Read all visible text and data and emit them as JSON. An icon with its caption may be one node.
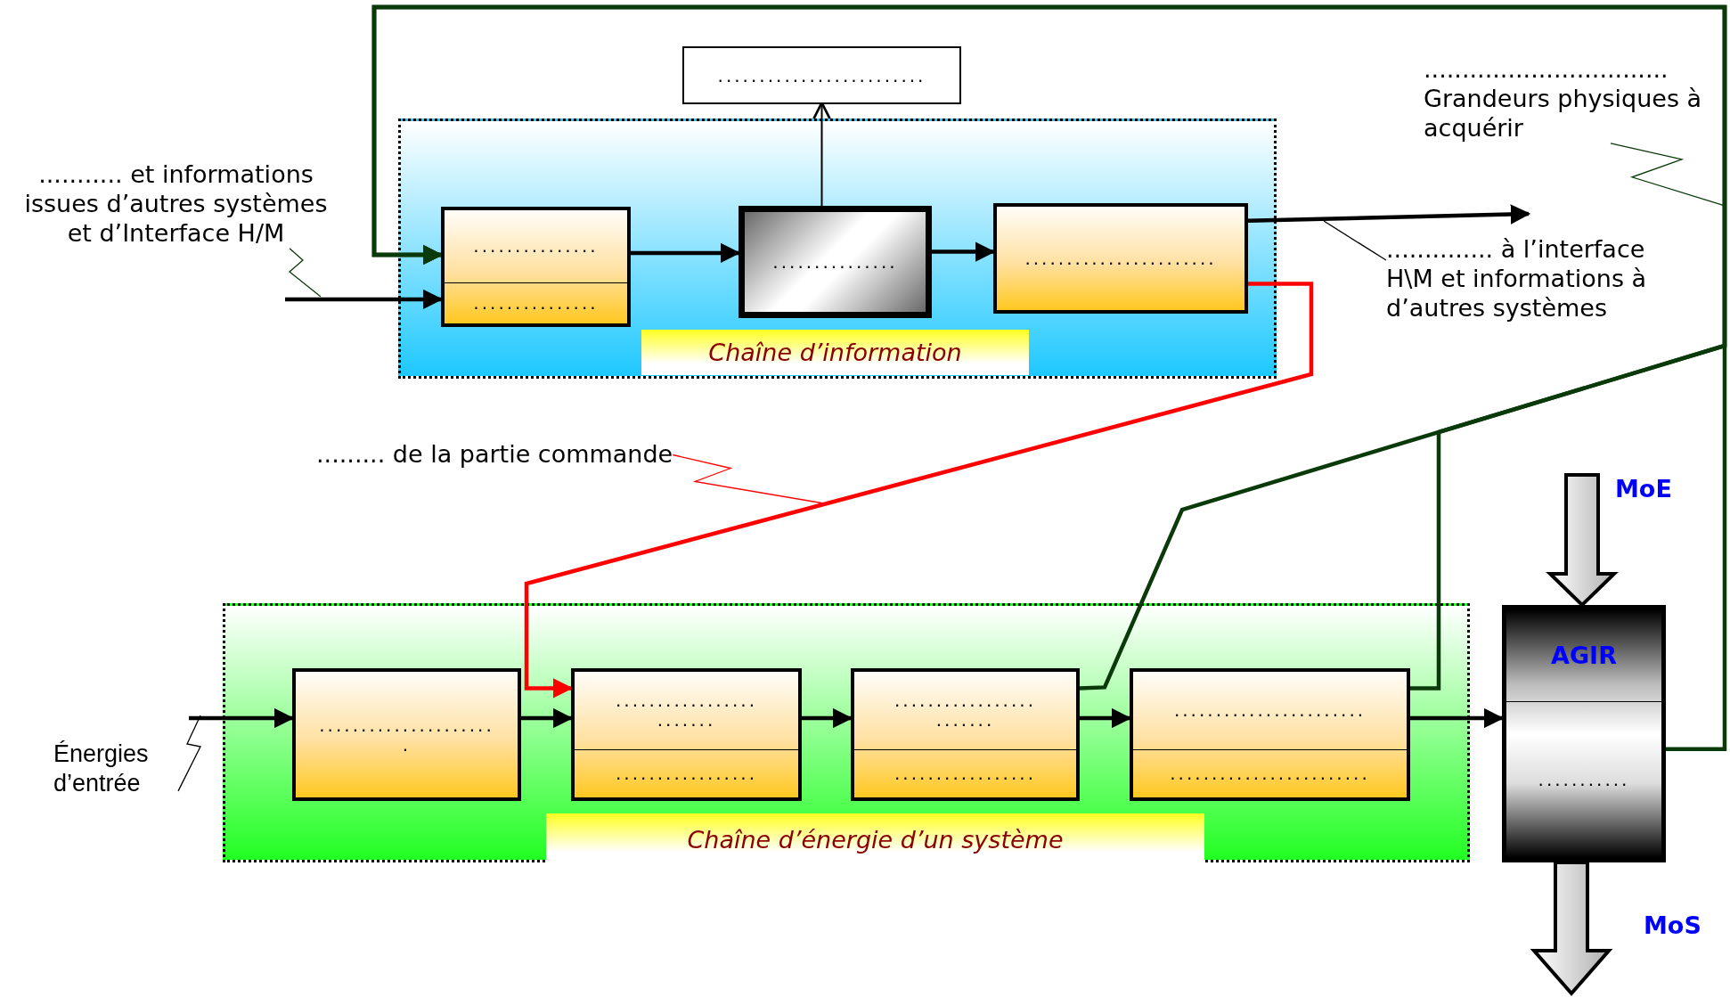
{
  "diagram": {
    "nodes": [
      {
        "text": [
          "Chaîne d’information"
        ]
      },
      {
        "text": [
          "...............",
          "..............."
        ],
        "in": 0
      },
      {
        "text": [
          "..............."
        ],
        "in": 0
      },
      {
        "text": [
          "......................."
        ],
        "in": 0
      },
      {
        "text": [
          "........................."
        ]
      },
      {
        "text": [
          "Chaîne d’énergie d’un système"
        ]
      },
      {
        "text": [
          "..................... ."
        ],
        "in": 5
      },
      {
        "text": [
          "................. .......",
          "................."
        ],
        "in": 5
      },
      {
        "text": [
          "................. .......",
          "................."
        ],
        "in": 5
      },
      {
        "text": [
          ".......................",
          "........................"
        ],
        "in": 5
      },
      {
        "text": [
          "AGIR",
          "..........."
        ]
      },
      {
        "text": [
          "........... et informations issues d’autres systèmes et d’Interface H/M"
        ]
      },
      {
        "text": [
          "................................",
          "Grandeurs physiques à acquérir"
        ]
      },
      {
        "text": [
          ".............. à l’interface H\\M et informations à d’autres systèmes"
        ]
      },
      {
        "text": [
          "......... de la partie commande"
        ]
      },
      {
        "text": [
          "Énergies d’entrée"
        ]
      }
    ],
    "edges": [
      {
        "from": null,
        "to": 1,
        "arrow": "to"
      },
      {
        "from": 10,
        "to": 1,
        "arrow": "to",
        "color": "#0a3a0a"
      },
      {
        "from": 8,
        "to": 1,
        "arrow": "to",
        "color": "#0a3a0a"
      },
      {
        "from": 9,
        "to": 1,
        "arrow": "to",
        "color": "#0a3a0a"
      },
      {
        "from": 1,
        "to": 2,
        "arrow": "to"
      },
      {
        "from": 2,
        "to": 3,
        "arrow": "to"
      },
      {
        "from": 2,
        "to": 4,
        "arrow": "to"
      },
      {
        "from": 3,
        "to": 13,
        "arrow": "to"
      },
      {
        "from": 3,
        "to": 7,
        "arrow": "to",
        "color": "#ff0000"
      },
      {
        "from": null,
        "to": 6,
        "arrow": "to"
      },
      {
        "from": 6,
        "to": 7,
        "arrow": "to"
      },
      {
        "from": 7,
        "to": 8,
        "arrow": "to"
      },
      {
        "from": 8,
        "to": 9,
        "arrow": "to"
      },
      {
        "from": 9,
        "to": 10,
        "arrow": "to"
      },
      {
        "from": null,
        "to": 10,
        "arrow": "to",
        "label": "MoE"
      },
      {
        "from": 10,
        "to": null,
        "arrow": "to",
        "label": "MoS"
      },
      {
        "from": 11,
        "to": null,
        "arrow": "none",
        "color": "#0a3a0a"
      },
      {
        "from": 12,
        "to": null,
        "arrow": "none",
        "color": "#0a3a0a"
      },
      {
        "from": 13,
        "to": null,
        "arrow": "none"
      },
      {
        "from": 14,
        "to": null,
        "arrow": "none",
        "color": "#ff0000"
      },
      {
        "from": 15,
        "to": null,
        "arrow": "none"
      }
    ]
  }
}
